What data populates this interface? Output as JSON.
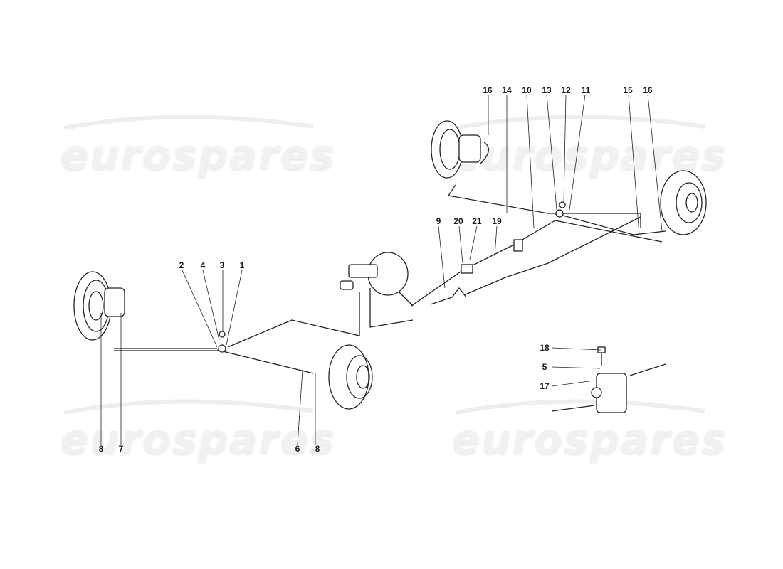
{
  "watermark": "eurospares",
  "diagram": {
    "subject": "Brake system - hydraulic lines, discs, master cylinder, handbrake cable, pressure regulator",
    "labels": [
      {
        "id": "l16a",
        "text": "16"
      },
      {
        "id": "l14",
        "text": "14"
      },
      {
        "id": "l10",
        "text": "10"
      },
      {
        "id": "l13",
        "text": "13"
      },
      {
        "id": "l12",
        "text": "12"
      },
      {
        "id": "l11",
        "text": "11"
      },
      {
        "id": "l15",
        "text": "15"
      },
      {
        "id": "l16b",
        "text": "16"
      },
      {
        "id": "l9",
        "text": "9"
      },
      {
        "id": "l20",
        "text": "20"
      },
      {
        "id": "l21",
        "text": "21"
      },
      {
        "id": "l19",
        "text": "19"
      },
      {
        "id": "l2",
        "text": "2"
      },
      {
        "id": "l4",
        "text": "4"
      },
      {
        "id": "l3",
        "text": "3"
      },
      {
        "id": "l1",
        "text": "1"
      },
      {
        "id": "l8a",
        "text": "8"
      },
      {
        "id": "l7",
        "text": "7"
      },
      {
        "id": "l6",
        "text": "6"
      },
      {
        "id": "l8b",
        "text": "8"
      },
      {
        "id": "l18",
        "text": "18"
      },
      {
        "id": "l5",
        "text": "5"
      },
      {
        "id": "l17",
        "text": "17"
      }
    ]
  }
}
